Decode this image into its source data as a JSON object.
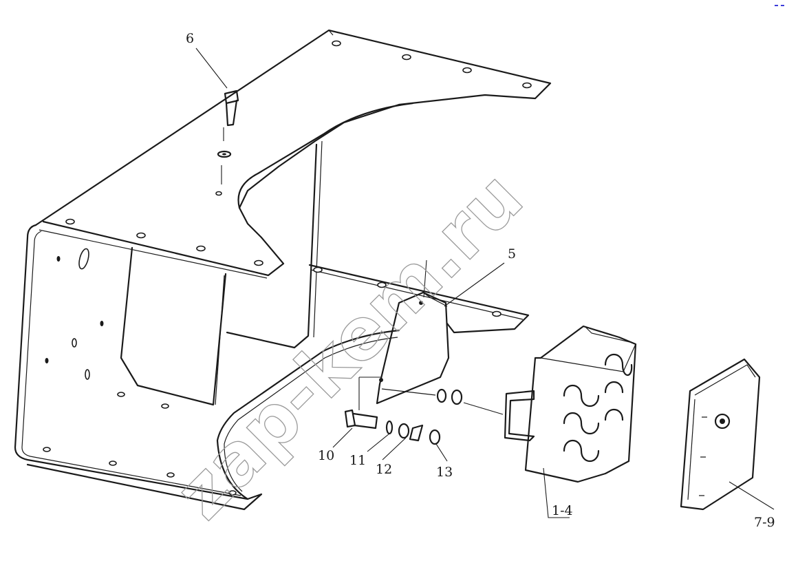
{
  "diagram": {
    "callouts": [
      {
        "id": "6",
        "label": "6"
      },
      {
        "id": "5",
        "label": "5"
      },
      {
        "id": "10",
        "label": "10"
      },
      {
        "id": "11",
        "label": "11"
      },
      {
        "id": "12",
        "label": "12"
      },
      {
        "id": "13",
        "label": "13"
      },
      {
        "id": "1-4",
        "label": "1-4"
      },
      {
        "id": "7-9",
        "label": "7-9"
      }
    ],
    "watermark": "zap-kem.ru",
    "colors": {
      "line": "#1a1a1a",
      "watermark": "#9a9a9a",
      "corner_mark": "#3b3bd9"
    }
  }
}
